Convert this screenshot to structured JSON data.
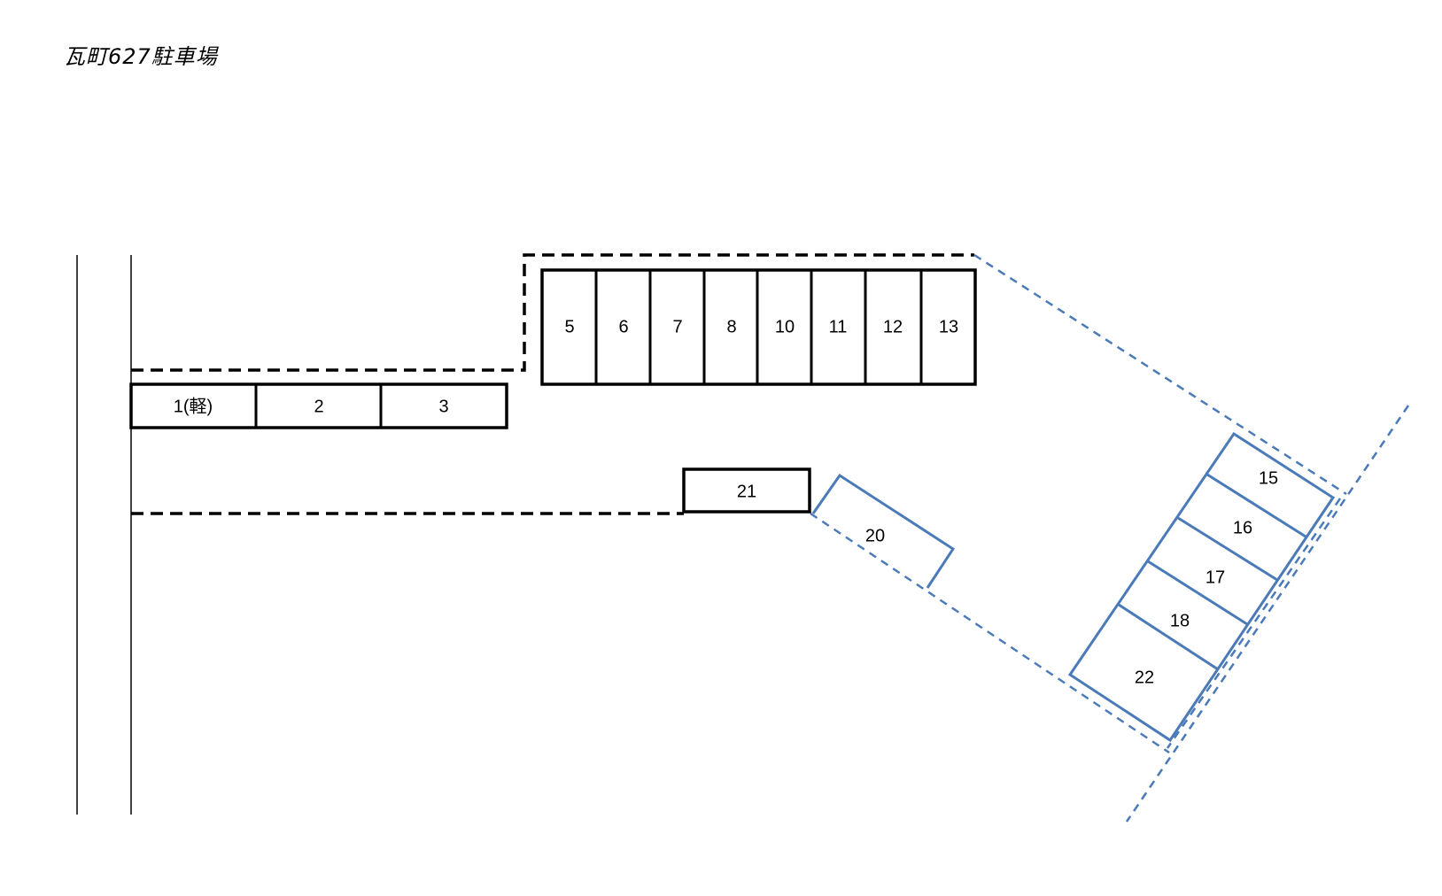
{
  "title": "瓦町627駐車場",
  "colors": {
    "black_outline": "#000000",
    "blue_outline": "#4a7ab8"
  },
  "spaces": {
    "row_upper": [
      "5",
      "6",
      "7",
      "8",
      "10",
      "11",
      "12",
      "13"
    ],
    "row_left": [
      "1(軽)",
      "2",
      "3"
    ],
    "single_21": "21",
    "angled_20": "20",
    "diagonal_stack": [
      "15",
      "16",
      "17",
      "18",
      "22"
    ]
  }
}
